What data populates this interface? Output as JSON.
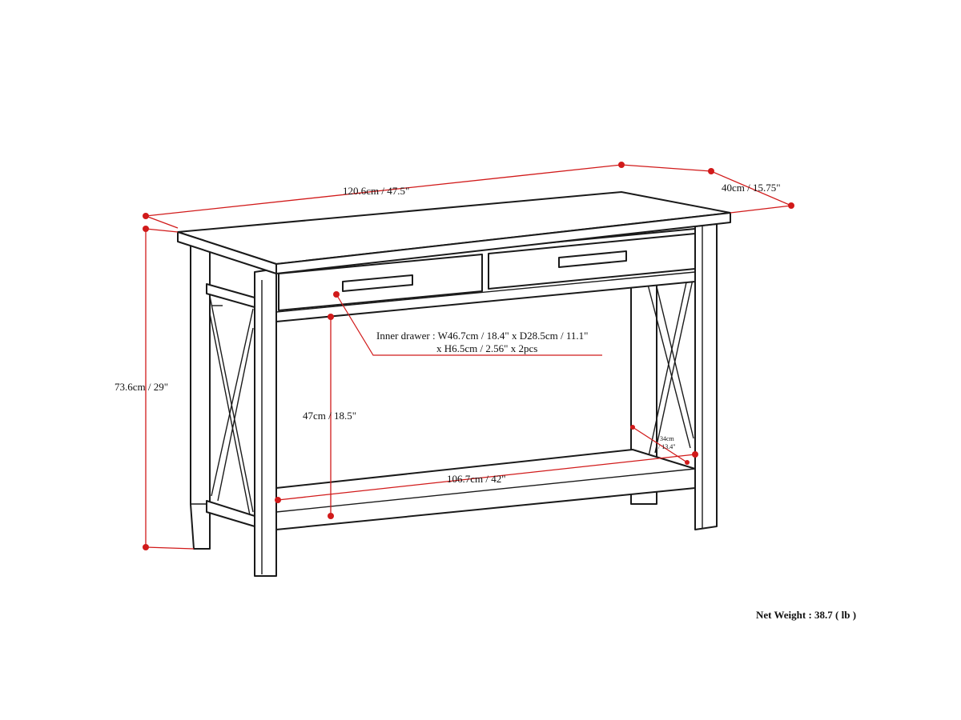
{
  "dimensions": {
    "top_width": "120.6cm / 47.5\"",
    "top_depth": "40cm / 15.75\"",
    "total_height": "73.6cm / 29\"",
    "shelf_clearance": "47cm / 18.5\"",
    "shelf_width": "106.7cm / 42\"",
    "shelf_depth_line1": "34cm",
    "shelf_depth_line2": "/ 13.4\""
  },
  "inner_drawer": {
    "line1": "Inner drawer  : W46.7cm / 18.4\" x D28.5cm / 11.1\"",
    "line2": "x H6.5cm / 2.56\" x 2pcs"
  },
  "net_weight": "Net Weight : 38.7 ( lb )",
  "colors": {
    "dimension": "#d11a1a",
    "outline": "#1a1a1a",
    "background": "#ffffff"
  }
}
